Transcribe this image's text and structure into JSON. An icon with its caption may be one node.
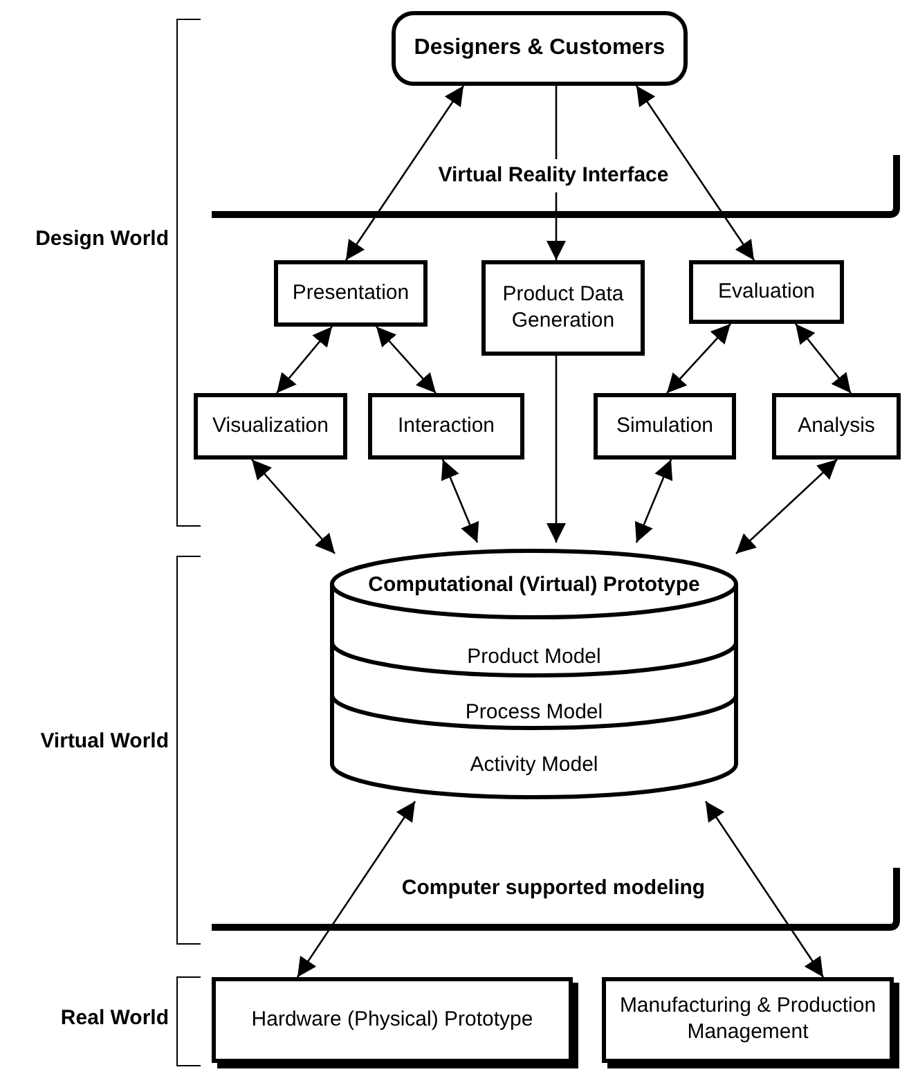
{
  "diagram": {
    "nodes": [
      {
        "text": [
          "Designers & Customers"
        ]
      },
      {
        "text": [
          "Virtual Reality Interface"
        ]
      },
      {
        "text": [
          "Presentation"
        ]
      },
      {
        "text": [
          "Product Data Generation"
        ]
      },
      {
        "text": [
          "Evaluation"
        ]
      },
      {
        "text": [
          "Visualization"
        ]
      },
      {
        "text": [
          "Interaction"
        ]
      },
      {
        "text": [
          "Simulation"
        ]
      },
      {
        "text": [
          "Analysis"
        ]
      },
      {
        "text": [
          "Computational (Virtual) Prototype",
          "Product Model",
          "Process Model",
          "Activity Model"
        ]
      },
      {
        "text": [
          "Computer supported modeling"
        ]
      },
      {
        "text": [
          "Hardware (Physical) Prototype"
        ]
      },
      {
        "text": [
          "Manufacturing & Production Management"
        ]
      }
    ],
    "edges": [
      {
        "from": 0,
        "to": 2,
        "arrow": "both"
      },
      {
        "from": 0,
        "to": 1,
        "arrow": "none"
      },
      {
        "from": 0,
        "to": 4,
        "arrow": "both"
      },
      {
        "from": 1,
        "to": 3,
        "arrow": "to"
      },
      {
        "from": 2,
        "to": 5,
        "arrow": "both"
      },
      {
        "from": 2,
        "to": 6,
        "arrow": "both"
      },
      {
        "from": 4,
        "to": 7,
        "arrow": "both"
      },
      {
        "from": 4,
        "to": 8,
        "arrow": "both"
      },
      {
        "from": 5,
        "to": 9,
        "arrow": "both"
      },
      {
        "from": 6,
        "to": 9,
        "arrow": "both"
      },
      {
        "from": 3,
        "to": 9,
        "arrow": "to"
      },
      {
        "from": 7,
        "to": 9,
        "arrow": "both"
      },
      {
        "from": 8,
        "to": 9,
        "arrow": "both"
      },
      {
        "from": 9,
        "to": 11,
        "arrow": "both"
      },
      {
        "from": 9,
        "to": 12,
        "arrow": "both"
      }
    ],
    "labels": [
      "Design World",
      "Virtual World",
      "Real World"
    ]
  }
}
